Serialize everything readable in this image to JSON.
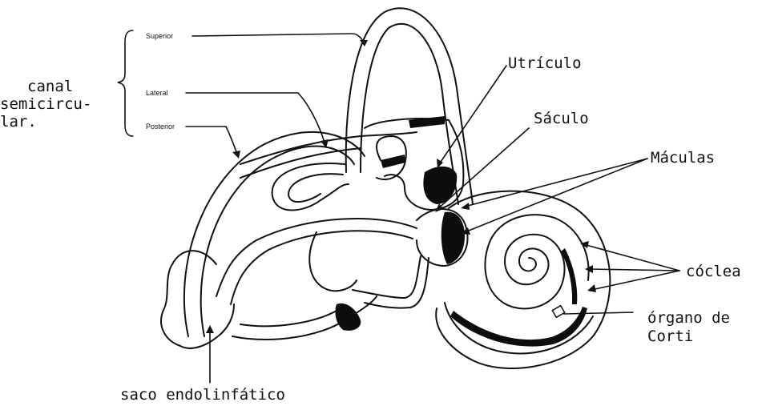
{
  "group": {
    "label_lines": [
      "canal",
      "semicircu-",
      "lar."
    ],
    "items": [
      "Superior",
      "Lateral",
      "Posterior"
    ]
  },
  "labels": {
    "utriculo": "Utrículo",
    "saculo": "Sáculo",
    "maculas": "Máculas",
    "coclea": "cóclea",
    "organo_line1": "órgano de",
    "organo_line2": "Corti",
    "saco": "saco endolinfático"
  },
  "colors": {
    "ink": "#111111",
    "background": "#ffffff",
    "fill_dark": "#0d0d0d"
  }
}
